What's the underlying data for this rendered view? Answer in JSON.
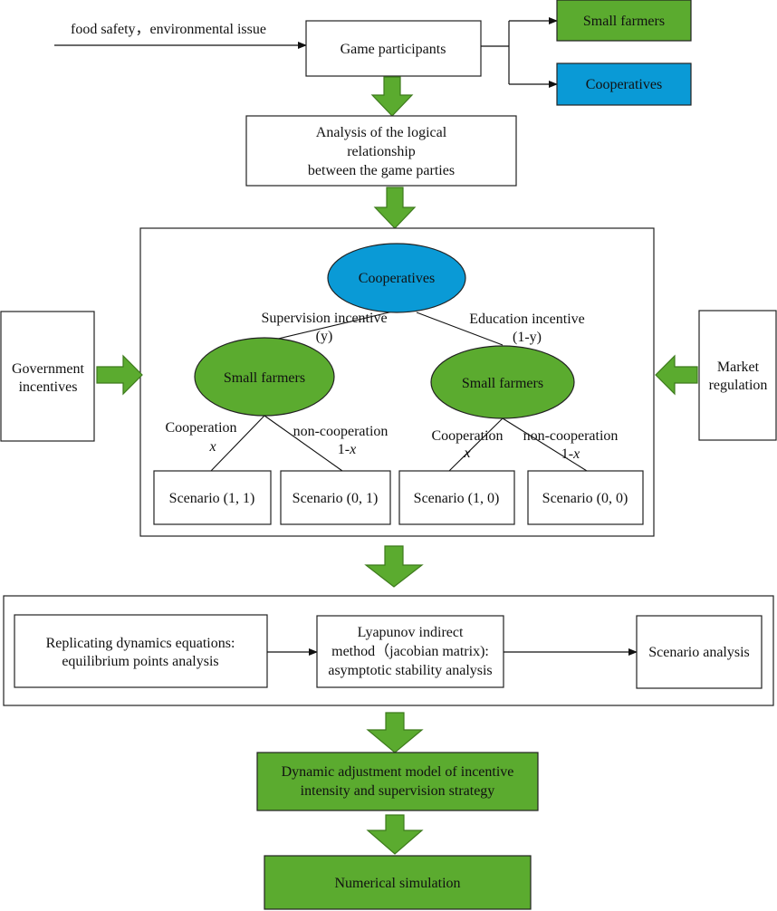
{
  "input_label": "food safety，environmental issue",
  "game_participants": "Game participants",
  "small_farmers_box": "Small farmers",
  "cooperatives_box": "Cooperatives",
  "analysis": [
    "Analysis of the logical",
    "relationship",
    "between the game parties"
  ],
  "tree": {
    "root": "Cooperatives",
    "left_edge": [
      "Supervision incentive",
      "(y)"
    ],
    "right_edge": [
      "Education incentive",
      "(1-y)"
    ],
    "left_node": "Small farmers",
    "right_node": "Small farmers",
    "coop_label": "Cooperation",
    "coop_var": "x",
    "noncoop_label": "non-cooperation",
    "noncoop_var_prefix": "1-",
    "noncoop_var": "x",
    "scenarios": [
      "Scenario (1, 1)",
      "Scenario (0, 1)",
      "Scenario (1, 0)",
      "Scenario (0, 0)"
    ]
  },
  "government": [
    "Government",
    "incentives"
  ],
  "market": [
    "Market",
    "regulation"
  ],
  "process": {
    "step1": [
      "Replicating dynamics equations:",
      "equilibrium points analysis"
    ],
    "step2": [
      "Lyapunov indirect",
      "method（jacobian matrix):",
      "asymptotic stability analysis"
    ],
    "step3": "Scenario analysis"
  },
  "dynamic_model": [
    "Dynamic adjustment model of incentive",
    "intensity and supervision strategy"
  ],
  "numerical_simulation": "Numerical simulation",
  "colors": {
    "green": "#5bab2f",
    "green_dark": "#3d7a1c",
    "blue": "#0a9ad6",
    "blue_dark": "#0b6f9e",
    "stroke": "#222222"
  }
}
